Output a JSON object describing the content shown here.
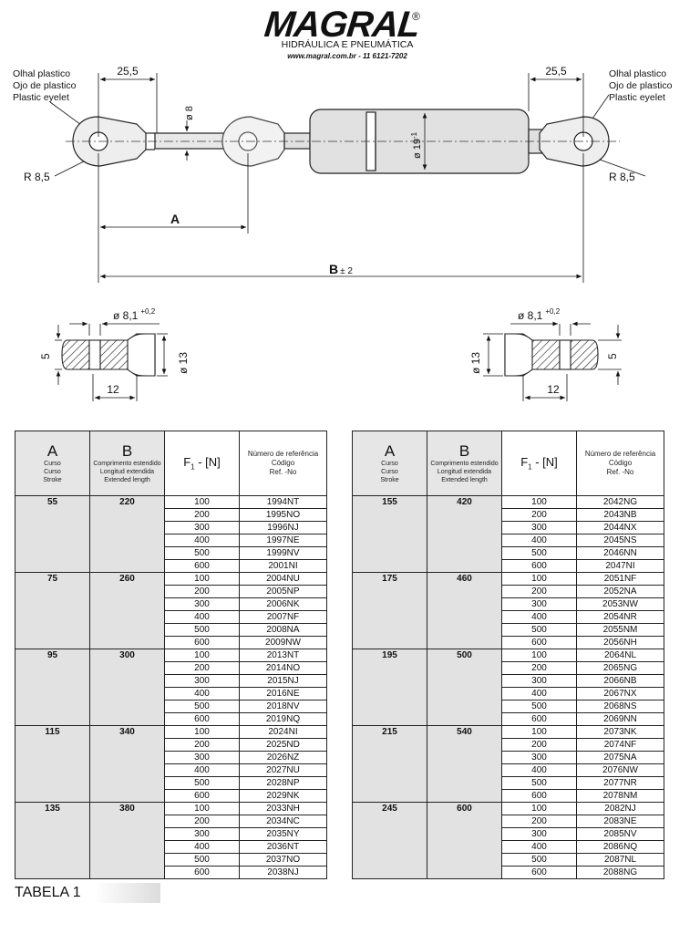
{
  "brand": {
    "name": "MAGRAL",
    "reg": "®",
    "tagline": "HIDRÁULICA E PNEUMÁTICA",
    "contact": "www.magral.com.br - 11 6121-7202"
  },
  "drawing": {
    "eyelet_left": [
      "Olhal plastico",
      "Ojo de plastico",
      "Plastic eyelet"
    ],
    "eyelet_right": [
      "Olhal plastico",
      "Ojo de plastico",
      "Plastic eyelet"
    ],
    "dim_left_eye": "25,5",
    "dim_right_eye": "25,5",
    "dim_rod": "ø 8",
    "dim_tube": "ø 19",
    "dim_tube_tol": "-1",
    "radius_left": "R 8,5",
    "radius_right": "R 8,5",
    "dim_A": "A",
    "dim_B": "B",
    "dim_B_tol": "± 2",
    "detail_bore": "ø 8,1",
    "detail_bore_tol": "+0,2",
    "detail_height": "5",
    "detail_width": "12",
    "detail_dia": "ø 13"
  },
  "table_headers": {
    "a_letter": "A",
    "a_lines": [
      "Curso",
      "Curso",
      "Stroke"
    ],
    "b_letter": "B",
    "b_lines": [
      "Comprimento estendido",
      "Longitud extendida",
      "Extended length"
    ],
    "f_label": "F",
    "f_sub": "1",
    "f_unit": " - [N]",
    "ref_lines": [
      "Número de referência",
      "Código",
      "Ref. -No"
    ]
  },
  "tables": [
    {
      "groups": [
        {
          "a": "55",
          "b": "220",
          "rows": [
            [
              "100",
              "1994NT"
            ],
            [
              "200",
              "1995NO"
            ],
            [
              "300",
              "1996NJ"
            ],
            [
              "400",
              "1997NE"
            ],
            [
              "500",
              "1999NV"
            ],
            [
              "600",
              "2001NI"
            ]
          ]
        },
        {
          "a": "75",
          "b": "260",
          "rows": [
            [
              "100",
              "2004NU"
            ],
            [
              "200",
              "2005NP"
            ],
            [
              "300",
              "2006NK"
            ],
            [
              "400",
              "2007NF"
            ],
            [
              "500",
              "2008NA"
            ],
            [
              "600",
              "2009NW"
            ]
          ]
        },
        {
          "a": "95",
          "b": "300",
          "rows": [
            [
              "100",
              "2013NT"
            ],
            [
              "200",
              "2014NO"
            ],
            [
              "300",
              "2015NJ"
            ],
            [
              "400",
              "2016NE"
            ],
            [
              "500",
              "2018NV"
            ],
            [
              "600",
              "2019NQ"
            ]
          ]
        },
        {
          "a": "115",
          "b": "340",
          "rows": [
            [
              "100",
              "2024NI"
            ],
            [
              "200",
              "2025ND"
            ],
            [
              "300",
              "2026NZ"
            ],
            [
              "400",
              "2027NU"
            ],
            [
              "500",
              "2028NP"
            ],
            [
              "600",
              "2029NK"
            ]
          ]
        },
        {
          "a": "135",
          "b": "380",
          "rows": [
            [
              "100",
              "2033NH"
            ],
            [
              "200",
              "2034NC"
            ],
            [
              "300",
              "2035NY"
            ],
            [
              "400",
              "2036NT"
            ],
            [
              "500",
              "2037NO"
            ],
            [
              "600",
              "2038NJ"
            ]
          ]
        }
      ]
    },
    {
      "groups": [
        {
          "a": "155",
          "b": "420",
          "rows": [
            [
              "100",
              "2042NG"
            ],
            [
              "200",
              "2043NB"
            ],
            [
              "300",
              "2044NX"
            ],
            [
              "400",
              "2045NS"
            ],
            [
              "500",
              "2046NN"
            ],
            [
              "600",
              "2047NI"
            ]
          ]
        },
        {
          "a": "175",
          "b": "460",
          "rows": [
            [
              "100",
              "2051NF"
            ],
            [
              "200",
              "2052NA"
            ],
            [
              "300",
              "2053NW"
            ],
            [
              "400",
              "2054NR"
            ],
            [
              "500",
              "2055NM"
            ],
            [
              "600",
              "2056NH"
            ]
          ]
        },
        {
          "a": "195",
          "b": "500",
          "rows": [
            [
              "100",
              "2064NL"
            ],
            [
              "200",
              "2065NG"
            ],
            [
              "300",
              "2066NB"
            ],
            [
              "400",
              "2067NX"
            ],
            [
              "500",
              "2068NS"
            ],
            [
              "600",
              "2069NN"
            ]
          ]
        },
        {
          "a": "215",
          "b": "540",
          "rows": [
            [
              "100",
              "2073NK"
            ],
            [
              "200",
              "2074NF"
            ],
            [
              "300",
              "2075NA"
            ],
            [
              "400",
              "2076NW"
            ],
            [
              "500",
              "2077NR"
            ],
            [
              "600",
              "2078NM"
            ]
          ]
        },
        {
          "a": "245",
          "b": "600",
          "rows": [
            [
              "100",
              "2082NJ"
            ],
            [
              "200",
              "2083NE"
            ],
            [
              "300",
              "2085NV"
            ],
            [
              "400",
              "2086NQ"
            ],
            [
              "500",
              "2087NL"
            ],
            [
              "600",
              "2088NG"
            ]
          ]
        }
      ]
    }
  ],
  "footer": {
    "label": "TABELA 1"
  }
}
